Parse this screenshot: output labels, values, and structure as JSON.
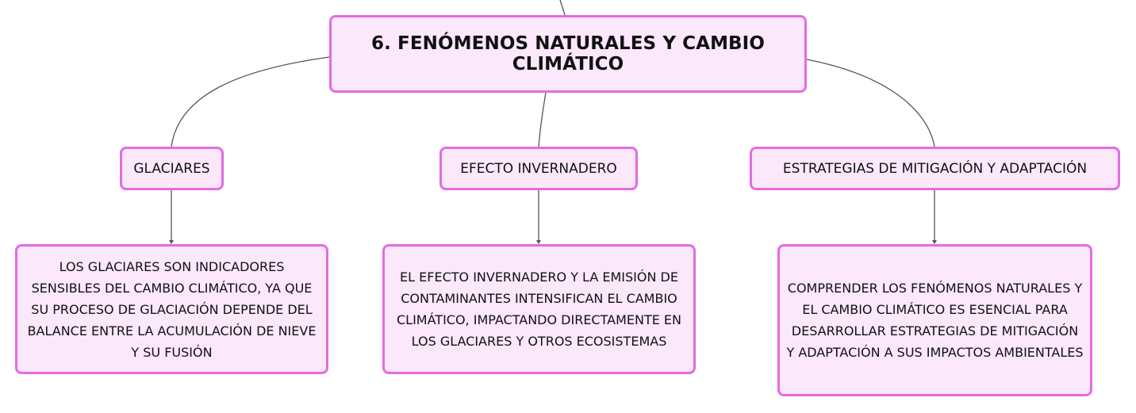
{
  "diagram": {
    "root": {
      "label": "6. FENÓMENOS NATURALES Y CAMBIO CLIMÁTICO"
    },
    "branches": [
      {
        "label": "GLACIARES",
        "detail": "LOS GLACIARES SON INDICADORES SENSIBLES DEL CAMBIO CLIMÁTICO, YA QUE SU PROCESO DE GLACIACIÓN DEPENDE DEL BALANCE ENTRE LA ACUMULACIÓN DE NIEVE Y SU FUSIÓN"
      },
      {
        "label": "EFECTO INVERNADERO",
        "detail": "EL EFECTO INVERNADERO Y LA EMISIÓN DE CONTAMINANTES INTENSIFICAN EL CAMBIO CLIMÁTICO, IMPACTANDO DIRECTAMENTE EN LOS GLACIARES Y OTROS ECOSISTEMAS"
      },
      {
        "label": "ESTRATEGIAS DE MITIGACIÓN Y ADAPTACIÓN",
        "detail": "COMPRENDER LOS FENÓMENOS NATURALES Y EL CAMBIO CLIMÁTICO ES ESENCIAL PARA DESARROLLAR ESTRATEGIAS DE MITIGACIÓN Y ADAPTACIÓN A SUS IMPACTOS AMBIENTALES"
      }
    ],
    "colors": {
      "node_fill": "#fbe8fb",
      "node_border": "#e46be4",
      "connector": "#555555"
    }
  }
}
